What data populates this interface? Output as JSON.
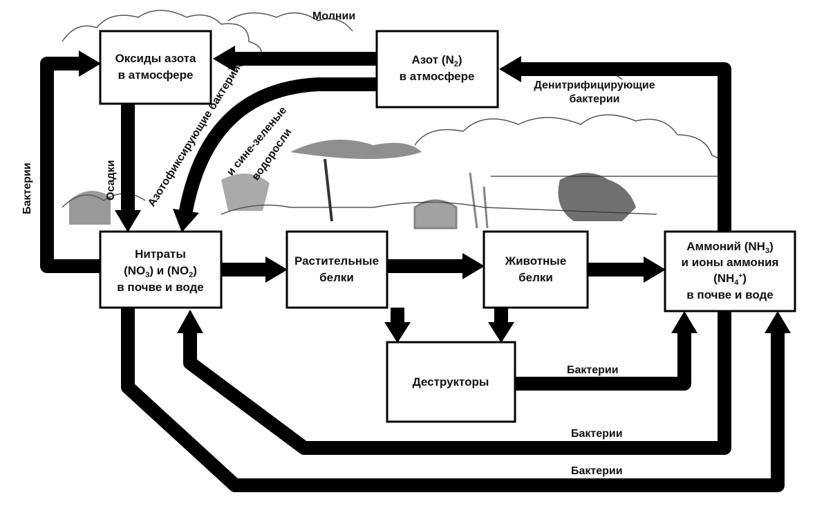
{
  "boxes": {
    "oxides": {
      "line1": "Оксиды азота",
      "line2": "в атмосфере"
    },
    "nitrogen": {
      "line1": "Азот (N",
      "sub1": "2",
      "line1b": ")",
      "line2": "в атмосфере"
    },
    "nitrates": {
      "line1": "Нитраты",
      "line2a": "(NO",
      "sub2a": "3",
      "line2b": ") и (NO",
      "sub2b": "2",
      "line2c": ")",
      "line3": "в почве и воде"
    },
    "plant": {
      "line1": "Растительные",
      "line2": "белки"
    },
    "animal": {
      "line1": "Животные",
      "line2": "белки"
    },
    "ammonium": {
      "line1a": "Аммоний (NH",
      "sub1": "3",
      "line1b": ")",
      "line2": "и ионы аммония",
      "line3a": "(NH",
      "sub3": "4",
      "sup3": "+",
      "line3b": ")",
      "line4": "в почве и воде"
    },
    "destructors": {
      "line1": "Деструкторы"
    }
  },
  "labels": {
    "lightning": "Молнии",
    "denitrifying1": "Денитрифицирующие",
    "denitrifying2": "бактерии",
    "fixing1": "Азотофиксирующие бактерии",
    "fixing2": "и сине-зеленые",
    "fixing3": "водоросли",
    "precipitation": "Осадки",
    "bacteria_left": "Бактерии",
    "bacteria_destructors": "Бактерии",
    "bacteria_loop1": "Бактерии",
    "bacteria_loop2": "Бактерии"
  }
}
